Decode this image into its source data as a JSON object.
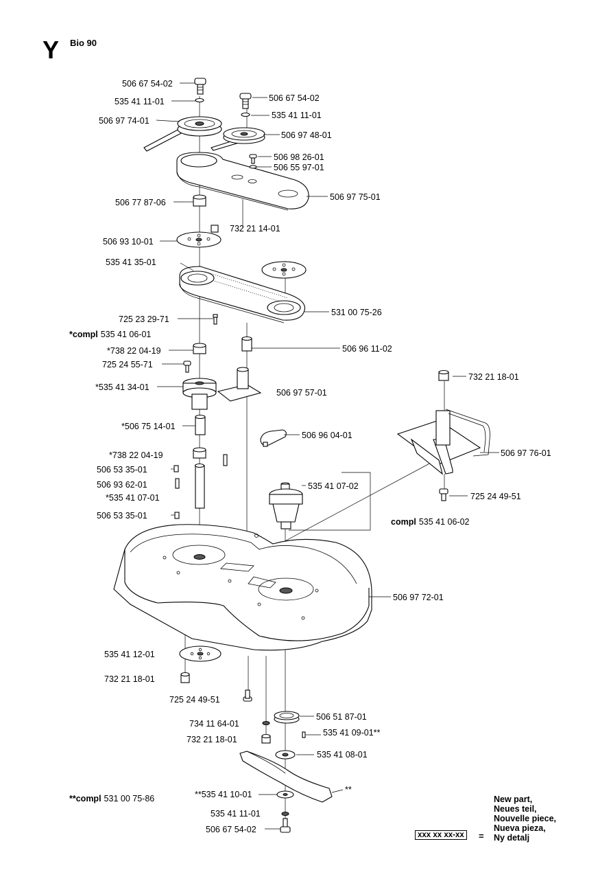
{
  "header": {
    "letter": "Y",
    "model": "Bio 90"
  },
  "parts": {
    "p1": "506 67 54-02",
    "p2": "535 41 11-01",
    "p3": "506 97 74-01",
    "p4": "506 67 54-02",
    "p5": "535 41 11-01",
    "p6": "506 97 48-01",
    "p7": "506 98 26-01",
    "p8": "506 55 97-01",
    "p9": "506 97 75-01",
    "p10": "506 77 87-06",
    "p11": "732 21 14-01",
    "p12": "506 93 10-01",
    "p13": "535 41 35-01",
    "p14": "531 00 75-26",
    "p15": "725 23 29-71",
    "p16": "535 41 06-01",
    "p17": "506 96 11-02",
    "p18": "*738 22 04-19",
    "p19": "725 24 55-71",
    "p20": "*535 41 34-01",
    "p21": "506 97 57-01",
    "p22": "732 21 18-01",
    "p23": "*506 75 14-01",
    "p24": "506 96 04-01",
    "p25": "506 97 76-01",
    "p26": "*738 22 04-19",
    "p27": "506 53 35-01",
    "p28": "535 41 07-02",
    "p29": "506 93 62-01",
    "p30": "725 24 49-51",
    "p31": "*535 41 07-01",
    "p32": "506 53 35-01",
    "p33": "535 41 06-02",
    "p34": "506 97 72-01",
    "p35": "535 41 12-01",
    "p36": "732 21 18-01",
    "p37": "725 24 49-51",
    "p38": "506 51 87-01",
    "p39": "734 11 64-01",
    "p40": "535 41 09-01**",
    "p41": "732 21 18-01",
    "p42": "535 41 08-01",
    "p43": "531 00 75-86",
    "p44": "**535 41 10-01",
    "p45": "**",
    "p46": "535 41 11-01",
    "p47": "506 67 54-02"
  },
  "compl_prefix": {
    "c1": "*compl",
    "c2": "compl",
    "c3": "**compl"
  },
  "legend": {
    "lines": [
      "New part,",
      "Neues teil,",
      "Nouvelle piece,",
      "Nueva pieza,",
      "Ny detalj"
    ],
    "code": "xxx xx xx-xx",
    "equals": "="
  }
}
